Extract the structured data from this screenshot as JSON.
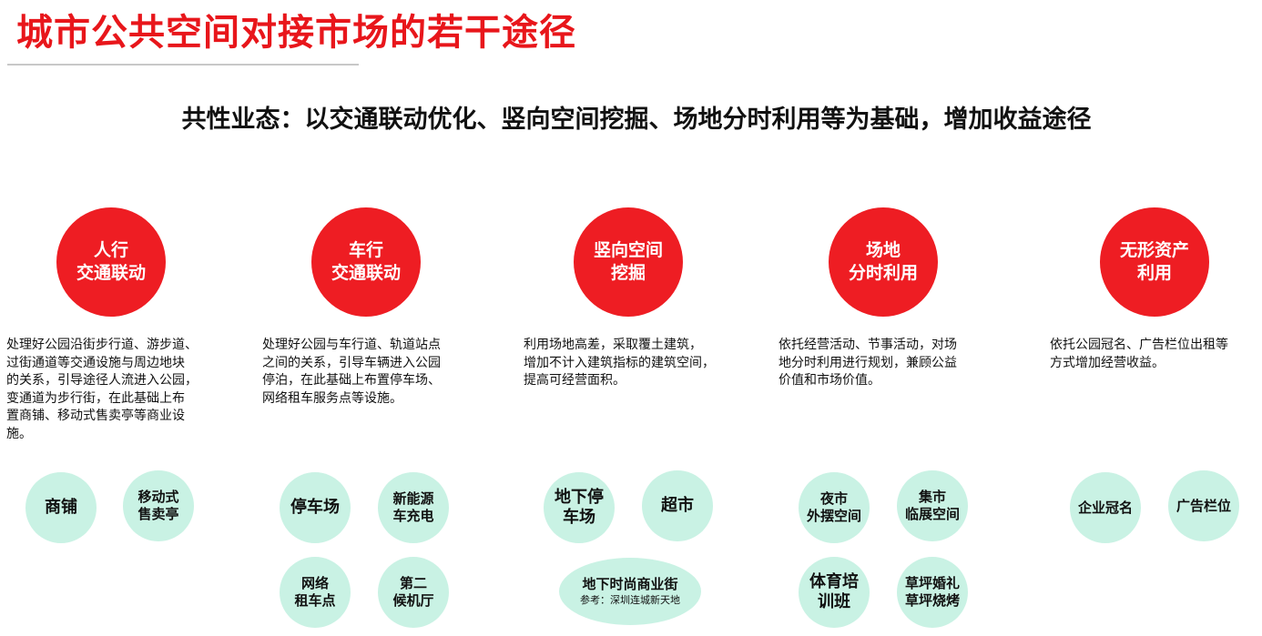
{
  "title": "城市公共空间对接市场的若干途径",
  "subtitle": "共性业态：以交通联动优化、竖向空间挖掘、场地分时利用等为基础，增加收益途径",
  "colors": {
    "title_red": "#e8161b",
    "circle_red": "#ee1d23",
    "bubble_mint": "#c9f2e4"
  },
  "columns": [
    {
      "heading": [
        "人行",
        "交通联动"
      ],
      "desc": [
        "处理好公园沿街步行道、游步道、",
        "过街通道等交通设施与周边地块",
        "的关系，引导途径人流进入公园，",
        "变通道为步行街，在此基础上布",
        "置商铺、移动式售卖亭等商业设",
        "施。"
      ],
      "bubbles": [
        {
          "lines": [
            "商铺"
          ]
        },
        {
          "lines": [
            "移动式",
            "售卖亭"
          ]
        }
      ]
    },
    {
      "heading": [
        "车行",
        "交通联动"
      ],
      "desc": [
        "处理好公园与车行道、轨道站点",
        "之间的关系，引导车辆进入公园",
        "停泊，在此基础上布置停车场、",
        "网络租车服务点等设施。"
      ],
      "bubbles": [
        {
          "lines": [
            "停车场"
          ]
        },
        {
          "lines": [
            "新能源",
            "车充电"
          ]
        },
        {
          "lines": [
            "网络",
            "租车点"
          ]
        },
        {
          "lines": [
            "第二",
            "候机厅"
          ]
        }
      ]
    },
    {
      "heading": [
        "竖向空间",
        "挖掘"
      ],
      "desc": [
        "利用场地高差，采取覆土建筑，",
        "增加不计入建筑指标的建筑空间，",
        "提高可经营面积。"
      ],
      "bubbles": [
        {
          "lines": [
            "地下停",
            "车场"
          ]
        },
        {
          "lines": [
            "超市"
          ]
        },
        {
          "lines": [
            "地下时尚商业街",
            "参考：深圳连城新天地"
          ]
        }
      ]
    },
    {
      "heading": [
        "场地",
        "分时利用"
      ],
      "desc": [
        "依托经营活动、节事活动，对场",
        "地分时利用进行规划，兼顾公益",
        "价值和市场价值。"
      ],
      "bubbles": [
        {
          "lines": [
            "夜市",
            "外摆空间"
          ]
        },
        {
          "lines": [
            "集市",
            "临展空间"
          ]
        },
        {
          "lines": [
            "体育培",
            "训班"
          ]
        },
        {
          "lines": [
            "草坪婚礼",
            "草坪烧烤"
          ]
        }
      ]
    },
    {
      "heading": [
        "无形资产",
        "利用"
      ],
      "desc": [
        "依托公园冠名、广告栏位出租等",
        "方式增加经营收益。"
      ],
      "bubbles": [
        {
          "lines": [
            "企业冠名"
          ]
        },
        {
          "lines": [
            "广告栏位"
          ]
        }
      ]
    }
  ]
}
